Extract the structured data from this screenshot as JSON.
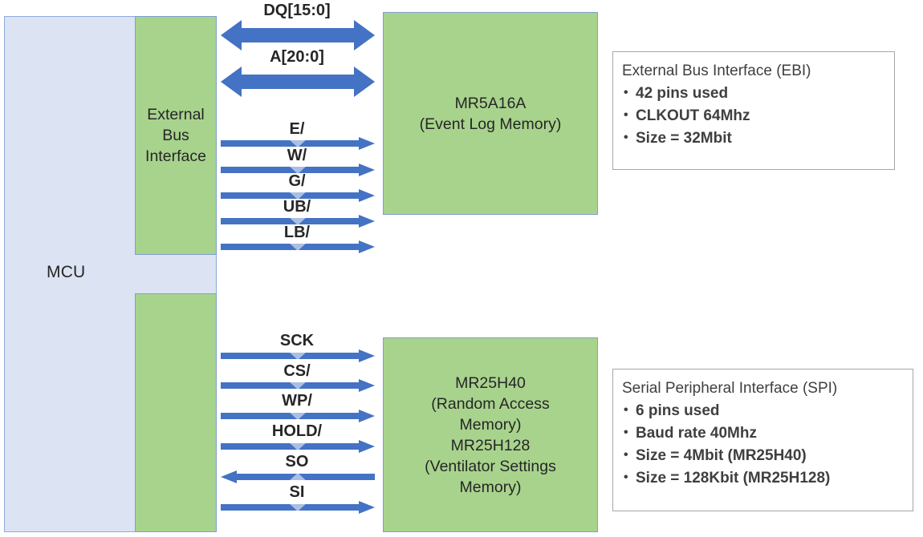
{
  "diagram": {
    "title_hidden": "",
    "colors": {
      "mcu_fill": "#dce3f2",
      "mcu_border": "#8faadc",
      "green_fill": "#a8d38d",
      "green_border": "#7f9fd0",
      "arrow_blue": "#4472c4",
      "info_border": "#a6a6a6",
      "text": "#262626"
    },
    "mcu": {
      "label": "MCU",
      "interfaces": [
        {
          "name": "external-bus-interface",
          "label": "External\nBus\nInterface",
          "lines": [
            "External",
            "Bus",
            "Interface"
          ]
        },
        {
          "name": "spi-interface",
          "label": "",
          "lines": []
        }
      ]
    },
    "memories": [
      {
        "name": "event-log-memory",
        "lines": [
          "MR5A16A",
          "(Event Log Memory)"
        ]
      },
      {
        "name": "ventilator-settings-memory",
        "lines": [
          "MR25H40",
          "(Random Access",
          "Memory)",
          "MR25H128",
          "(Ventilator Settings",
          "Memory)"
        ]
      }
    ],
    "buses": {
      "ebi": {
        "wide_signals": [
          {
            "label": "DQ[15:0]",
            "direction": "bidirectional"
          },
          {
            "label": "A[20:0]",
            "direction": "bidirectional"
          }
        ],
        "thin_signals": [
          {
            "label": "E/",
            "direction": "right"
          },
          {
            "label": "W/",
            "direction": "right"
          },
          {
            "label": "G/",
            "direction": "right"
          },
          {
            "label": "UB/",
            "direction": "right"
          },
          {
            "label": "LB/",
            "direction": "right"
          }
        ]
      },
      "spi": {
        "thin_signals": [
          {
            "label": "SCK",
            "direction": "right"
          },
          {
            "label": "CS/",
            "direction": "right"
          },
          {
            "label": "WP/",
            "direction": "right"
          },
          {
            "label": "HOLD/",
            "direction": "right"
          },
          {
            "label": "SO",
            "direction": "left"
          },
          {
            "label": "SI",
            "direction": "right"
          }
        ]
      }
    },
    "info_panels": [
      {
        "name": "ebi-info-panel",
        "title": "External Bus Interface (EBI)",
        "bullets": [
          "42 pins used",
          "CLKOUT 64Mhz",
          "Size = 32Mbit"
        ]
      },
      {
        "name": "spi-info-panel",
        "title": "Serial Peripheral Interface (SPI)",
        "bullets": [
          "6 pins used",
          "Baud rate 40Mhz",
          "Size = 4Mbit (MR25H40)",
          "Size = 128Kbit (MR25H128)"
        ]
      }
    ]
  }
}
